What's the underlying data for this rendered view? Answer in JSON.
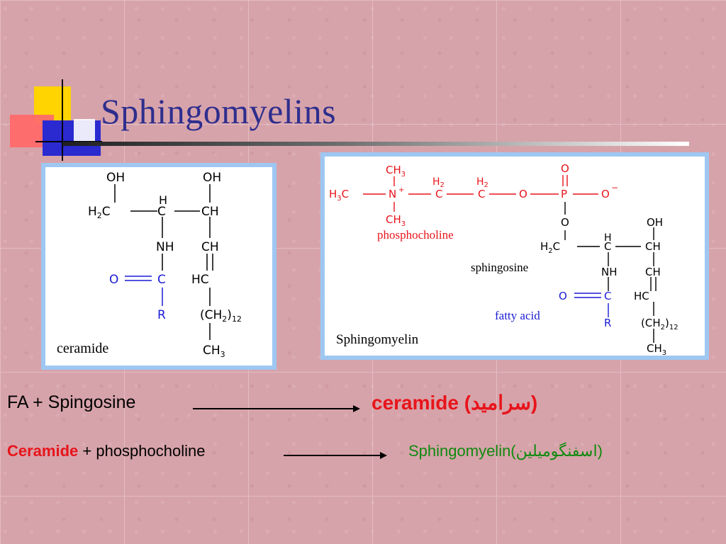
{
  "slide": {
    "title": "Sphingomyelins"
  },
  "ceramide_diagram": {
    "atoms": {
      "oh_left": "OH",
      "oh_right": "OH",
      "h2c_1": "H",
      "h2c_2": "2",
      "h2c_3": "C",
      "h_top": "H",
      "c_center": "C",
      "ch_top": "CH",
      "nh": "NH",
      "ch_mid": "CH",
      "o": "O",
      "c_carbonyl": "C",
      "hc": "HC",
      "r": "R",
      "ch2n_open": "(CH",
      "ch2n_sub": "2",
      "ch2n_close": ")",
      "ch2n_count": "12",
      "ch3_base": "CH",
      "ch3_sub": "3"
    },
    "label": "ceramide"
  },
  "sphingomyelin_diagram": {
    "atoms": {
      "ch3_top_base": "CH",
      "ch3_top_sub": "3",
      "h3c_1": "H",
      "h3c_2": "3",
      "h3c_3": "C",
      "n": "N",
      "n_charge": "+",
      "h2_a_base": "H",
      "h2_a_sub": "2",
      "c_a": "C",
      "h2_b_base": "H",
      "h2_b_sub": "2",
      "c_b": "C",
      "o_ester": "O",
      "p": "P",
      "o_double": "O",
      "o_minus": "O",
      "o_charge": "−",
      "ch3_bot_base": "CH",
      "ch3_bot_sub": "3",
      "o_link": "O",
      "oh": "OH",
      "h2c_1": "H",
      "h2c_2": "2",
      "h2c_3": "C",
      "h_top": "H",
      "c_center": "C",
      "ch_top": "CH",
      "nh": "NH",
      "ch_mid": "CH",
      "o_carbonyl": "O",
      "c_carbonyl": "C",
      "hc": "HC",
      "r": "R",
      "ch2n_open": "(CH",
      "ch2n_sub": "2",
      "ch2n_close": ")",
      "ch2n_count": "12",
      "ch3_base": "CH",
      "ch3_sub": "3"
    },
    "labels": {
      "phosphocholine": "phosphocholine",
      "sphingosine": "sphingosine",
      "fatty_acid": "fatty acid",
      "name": "Sphingomyelin"
    }
  },
  "equations": [
    {
      "lhs": "FA + Spingosine",
      "rhs_en": "ceramide",
      "rhs_fa": "(سرامید)"
    },
    {
      "lhs_bold": "Ceramide",
      "lhs_rest": " + phosphocholine",
      "rhs": "Sphingomyelin(اسفنگومیلین)"
    }
  ],
  "colors": {
    "title": "#2e2e8e",
    "background": "#d7a3aa",
    "frame": "#9ec7f2",
    "highlight_red": "#e8141b",
    "highlight_blue": "#1a1ad6",
    "highlight_green": "#0f8a0f"
  }
}
